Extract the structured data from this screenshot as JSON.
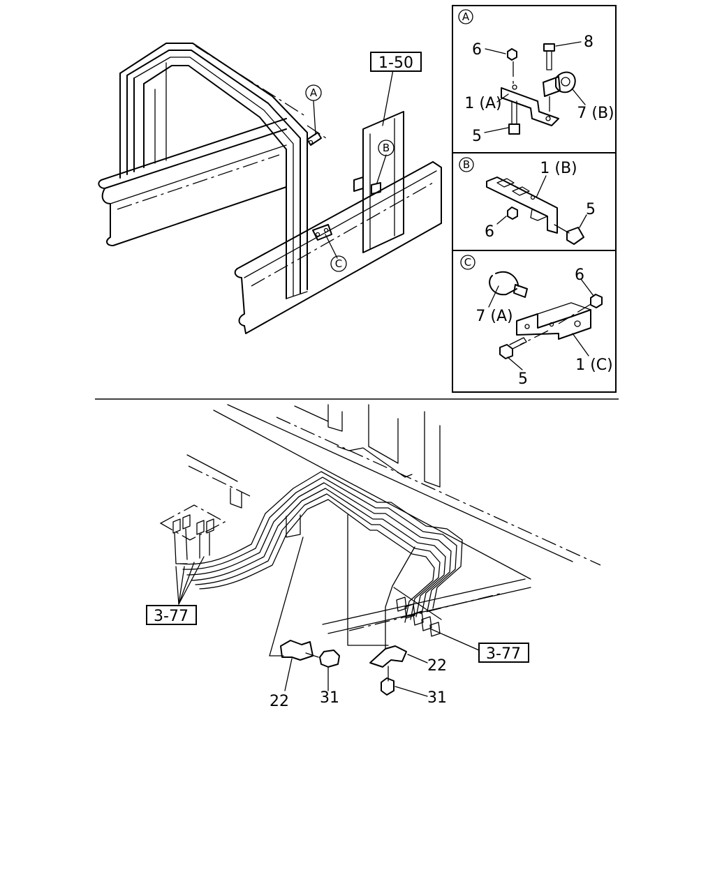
{
  "callouts": {
    "c_A": "A",
    "c_B": "B",
    "c_C": "C",
    "ref_top": "1-50",
    "ref_left": "3-77",
    "ref_right": "3-77"
  },
  "panel_a": {
    "tag": "A",
    "p6": "6",
    "p8": "8",
    "p1a": "1 (A)",
    "p7b": "7 (B)",
    "p5": "5"
  },
  "panel_b": {
    "tag": "B",
    "p1b": "1 (B)",
    "p5": "5",
    "p6": "6"
  },
  "panel_c": {
    "tag": "C",
    "p6": "6",
    "p7a": "7 (A)",
    "p5": "5",
    "p1c": "1 (C)"
  },
  "lower": {
    "p22a": "22",
    "p31a": "31",
    "p22b": "22",
    "p31b": "31"
  }
}
